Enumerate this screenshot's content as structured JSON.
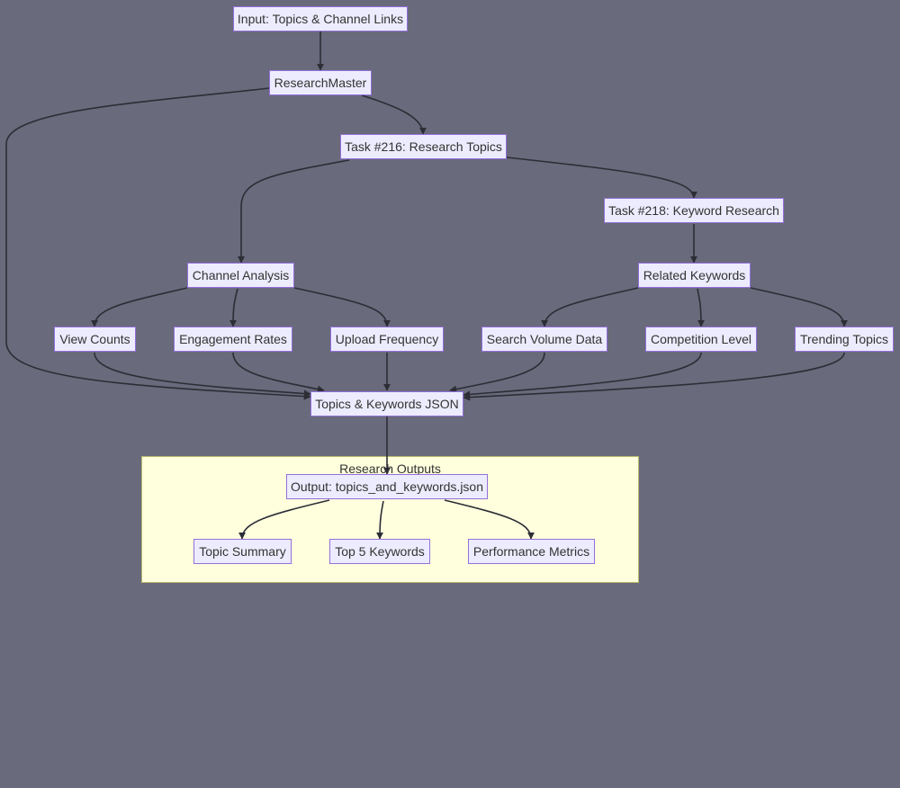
{
  "colors": {
    "background": "#696a7b",
    "node_fill": "#ececfe",
    "node_border": "#9370db",
    "edge": "#2d2d36",
    "cluster_fill": "#ffffde",
    "cluster_border": "#b8b86a"
  },
  "nodes": {
    "input": "Input: Topics & Channel Links",
    "research_master": "ResearchMaster",
    "task_216": "Task #216: Research Topics",
    "task_218": "Task #218: Keyword Research",
    "channel_analysis": "Channel Analysis",
    "related_keywords": "Related Keywords",
    "view_counts": "View Counts",
    "engagement_rates": "Engagement Rates",
    "upload_frequency": "Upload Frequency",
    "search_volume": "Search Volume Data",
    "competition_level": "Competition Level",
    "trending_topics": "Trending Topics",
    "topics_keywords_json": "Topics & Keywords JSON",
    "output_file": "Output: topics_and_keywords.json",
    "topic_summary": "Topic Summary",
    "top5_keywords": "Top 5 Keywords",
    "performance_metrics": "Performance Metrics"
  },
  "clusters": {
    "research_outputs": "Research Outputs"
  },
  "edges": [
    [
      "input",
      "research_master"
    ],
    [
      "research_master",
      "task_216"
    ],
    [
      "research_master",
      "topics_keywords_json"
    ],
    [
      "task_216",
      "channel_analysis"
    ],
    [
      "task_216",
      "task_218"
    ],
    [
      "task_218",
      "related_keywords"
    ],
    [
      "channel_analysis",
      "view_counts"
    ],
    [
      "channel_analysis",
      "engagement_rates"
    ],
    [
      "channel_analysis",
      "upload_frequency"
    ],
    [
      "related_keywords",
      "search_volume"
    ],
    [
      "related_keywords",
      "competition_level"
    ],
    [
      "related_keywords",
      "trending_topics"
    ],
    [
      "view_counts",
      "topics_keywords_json"
    ],
    [
      "engagement_rates",
      "topics_keywords_json"
    ],
    [
      "upload_frequency",
      "topics_keywords_json"
    ],
    [
      "search_volume",
      "topics_keywords_json"
    ],
    [
      "competition_level",
      "topics_keywords_json"
    ],
    [
      "trending_topics",
      "topics_keywords_json"
    ],
    [
      "topics_keywords_json",
      "output_file"
    ],
    [
      "output_file",
      "topic_summary"
    ],
    [
      "output_file",
      "top5_keywords"
    ],
    [
      "output_file",
      "performance_metrics"
    ]
  ]
}
